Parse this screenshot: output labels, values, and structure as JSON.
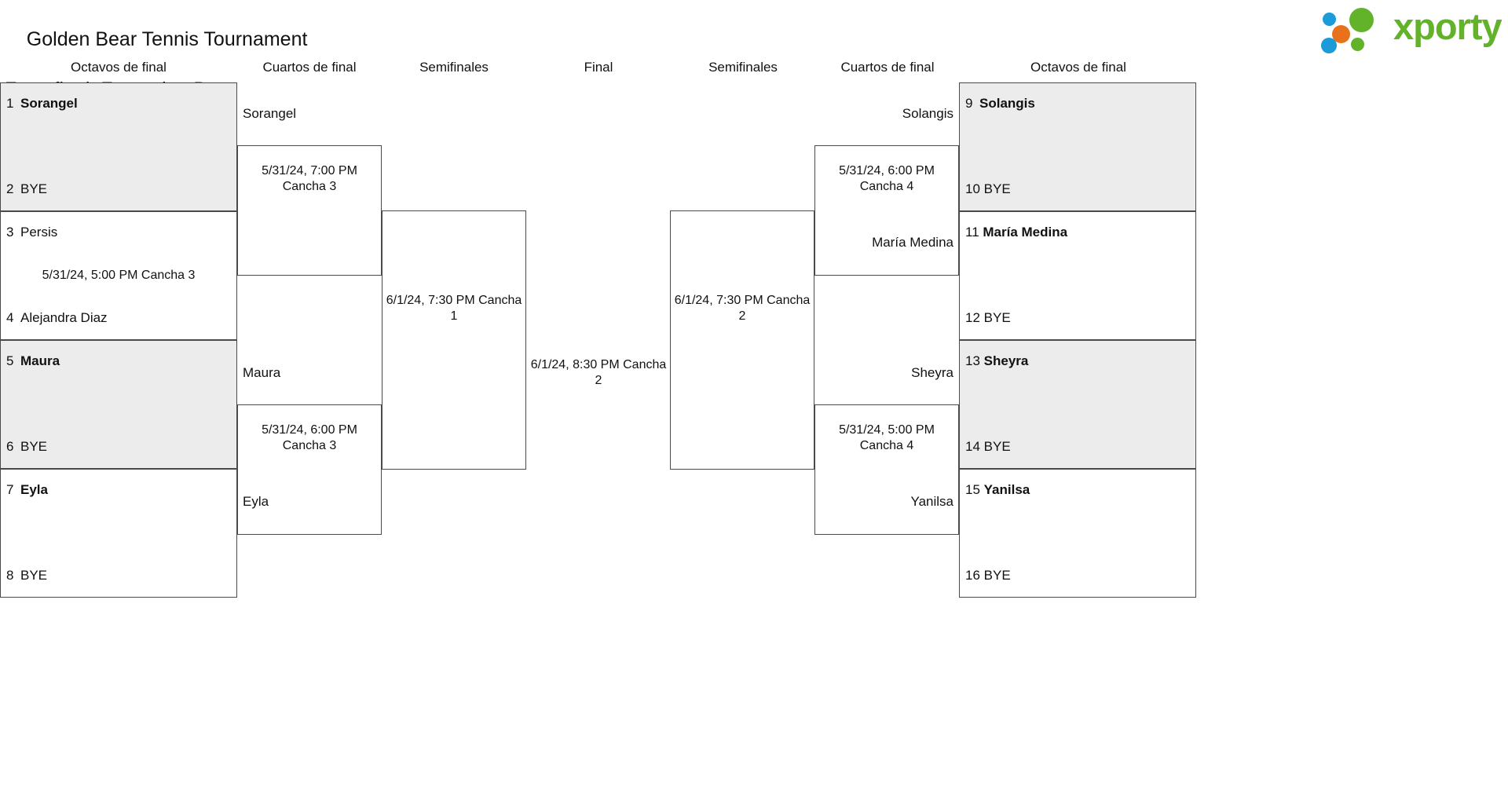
{
  "header": {
    "title_line1": "Golden Bear Tennis Tournament",
    "title_line2": "Fase final. Femenina B",
    "logo_text": "xporty",
    "logo_colors": {
      "green": "#62b22a",
      "blue": "#1b9bd8",
      "orange": "#e8721c"
    }
  },
  "round_labels": {
    "left_octavos": "Octavos de final",
    "left_cuartos": "Cuartos de final",
    "left_semis": "Semifinales",
    "final": "Final",
    "right_semis": "Semifinales",
    "right_cuartos": "Cuartos de final",
    "right_octavos": "Octavos de final"
  },
  "bracket": {
    "left": {
      "octavos": [
        {
          "seed": "1",
          "name": "Sorangel",
          "bye": false,
          "shaded": true
        },
        {
          "seed": "2",
          "name": "BYE",
          "bye": true,
          "shaded": true
        },
        {
          "seed": "3",
          "name": "Persis",
          "bye": false,
          "shaded": false
        },
        {
          "seed": "4",
          "name": "Alejandra Diaz",
          "bye": false,
          "shaded": false
        },
        {
          "seed": "5",
          "name": "Maura",
          "bye": false,
          "shaded": true
        },
        {
          "seed": "6",
          "name": "BYE",
          "bye": true,
          "shaded": true
        },
        {
          "seed": "7",
          "name": "Eyla",
          "bye": false,
          "shaded": false
        },
        {
          "seed": "8",
          "name": "BYE",
          "bye": true,
          "shaded": false
        }
      ],
      "octavos_matches": [
        {
          "date": ""
        },
        {
          "date": "5/31/24, 5:00 PM Cancha 3"
        },
        {
          "date": ""
        },
        {
          "date": ""
        }
      ],
      "cuartos": [
        {
          "winner_top": "Sorangel",
          "date": "5/31/24, 7:00 PM\nCancha 3",
          "date_l1": "5/31/24, 7:00 PM",
          "date_l2": "Cancha 3"
        },
        {
          "winner_top": "Maura",
          "winner_bottom": "Eyla",
          "date_l1": "5/31/24, 6:00 PM",
          "date_l2": "Cancha 3"
        }
      ],
      "semis": [
        {
          "date_l1": "6/1/24, 7:30 PM Cancha",
          "date_l2": "1"
        }
      ]
    },
    "final": {
      "date_l1": "6/1/24, 8:30 PM Cancha",
      "date_l2": "2"
    },
    "right": {
      "octavos": [
        {
          "seed": "9",
          "name": "Solangis",
          "bye": false,
          "shaded": true
        },
        {
          "seed": "10",
          "name": "BYE",
          "bye": true,
          "shaded": true
        },
        {
          "seed": "11",
          "name": "María Medina",
          "bye": false,
          "shaded": false
        },
        {
          "seed": "12",
          "name": "BYE",
          "bye": true,
          "shaded": false
        },
        {
          "seed": "13",
          "name": "Sheyra",
          "bye": false,
          "shaded": true
        },
        {
          "seed": "14",
          "name": "BYE",
          "bye": true,
          "shaded": true
        },
        {
          "seed": "15",
          "name": "Yanilsa",
          "bye": false,
          "shaded": false
        },
        {
          "seed": "16",
          "name": "BYE",
          "bye": true,
          "shaded": false
        }
      ],
      "cuartos": [
        {
          "winner_top": "Solangis",
          "winner_bottom": "María Medina",
          "date_l1": "5/31/24, 6:00 PM",
          "date_l2": "Cancha 4"
        },
        {
          "winner_top": "Sheyra",
          "winner_bottom": "Yanilsa",
          "date_l1": "5/31/24, 5:00 PM",
          "date_l2": "Cancha 4"
        }
      ],
      "semis": [
        {
          "date_l1": "6/1/24, 7:30 PM Cancha",
          "date_l2": "2"
        }
      ]
    }
  }
}
